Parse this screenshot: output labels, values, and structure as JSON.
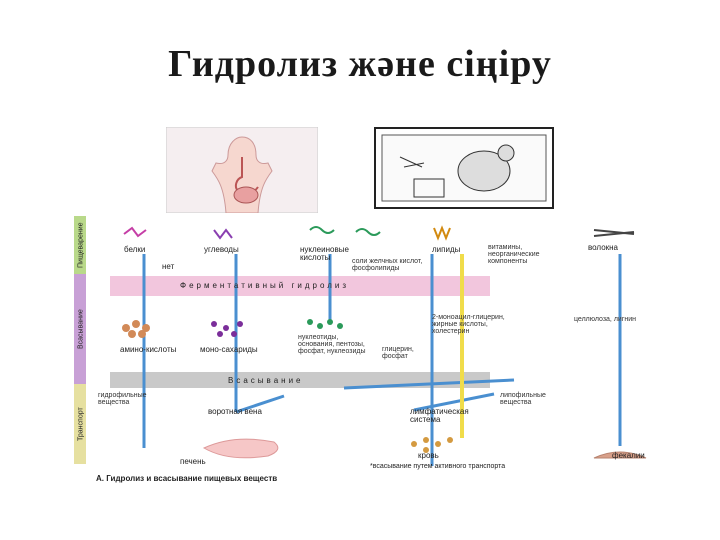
{
  "title": "Гидролиз және сіңіру",
  "diagram": {
    "side_labels": [
      "Пищеварение",
      "Всасывание",
      "Транспорт"
    ],
    "nutrients": [
      "белки",
      "углеводы",
      "нуклеиновые кислоты",
      "липиды",
      "витамины, неорганические компоненты",
      "волокна"
    ],
    "top_note": "нет",
    "bile_note": "соли желчных кислот, фосфолипиды",
    "band_hydrolysis": "Ферментативный гидролиз",
    "band_absorption": "Всасывание",
    "products": [
      "амино-кислоты",
      "моно-сахариды",
      "нуклеотиды, основания, пентозы, фосфат, нуклеозиды",
      "2-моноацил-глицерин, жирные кислоты, холестерин",
      "глицерин, фосфат",
      "целлюлоза, лигнин"
    ],
    "transport": [
      "гидрофильные вещества",
      "воротная вена",
      "липофильные вещества",
      "лимфатическая система"
    ],
    "destinations": [
      "печень",
      "кровь",
      "фекалии"
    ],
    "note": "*всасывание путем активного транспорта",
    "caption": "А. Гидролиз и всасывание пищевых веществ",
    "colors": {
      "pink_band": "#f2c6dd",
      "grey_band": "#c9c9c9",
      "arrow_blue": "#4a8fd0",
      "yellow_line": "#f0dc4a",
      "side_green": "#b9d98a",
      "side_purple": "#c8a0d6"
    }
  }
}
